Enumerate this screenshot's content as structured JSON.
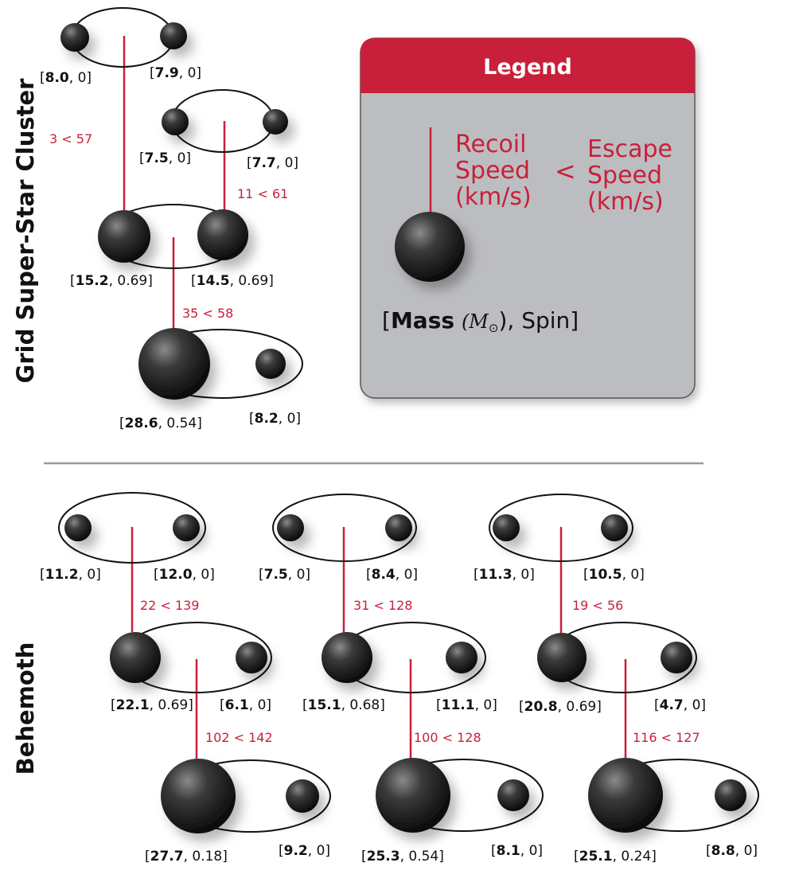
{
  "colors": {
    "accent": "#c8203a",
    "legend_body": "#bcbdc0",
    "ink": "#111111",
    "divider": "#9a9a9a"
  },
  "sections": {
    "top": {
      "title": "Grid Super-Star Cluster"
    },
    "bottom": {
      "title": "Behemoth"
    }
  },
  "legend": {
    "title": "Legend",
    "recoil": [
      "Recoil",
      "Speed",
      "(km/s)"
    ],
    "escape": [
      "Escape",
      "Speed",
      "(km/s)"
    ],
    "less_than": "<",
    "mass_label": "Mass",
    "mass_unit": "(M",
    "mass_unit_close": "),",
    "spin_label": "Spin]",
    "open_bracket": "["
  },
  "binaries": [
    {
      "id": "g1",
      "left": {
        "mass": "8.0",
        "spin": "0"
      },
      "right": {
        "mass": "7.9",
        "spin": "0"
      }
    },
    {
      "id": "g2",
      "left": {
        "mass": "7.5",
        "spin": "0"
      },
      "right": {
        "mass": "7.7",
        "spin": "0"
      }
    },
    {
      "id": "g3",
      "left": {
        "mass": "15.2",
        "spin": "0.69"
      },
      "right": {
        "mass": "14.5",
        "spin": "0.69"
      }
    },
    {
      "id": "g4",
      "left": {
        "mass": "28.6",
        "spin": "0.54"
      },
      "right": {
        "mass": "8.2",
        "spin": "0"
      }
    },
    {
      "id": "b11",
      "left": {
        "mass": "11.2",
        "spin": "0"
      },
      "right": {
        "mass": "12.0",
        "spin": "0"
      }
    },
    {
      "id": "b12",
      "left": {
        "mass": "22.1",
        "spin": "0.69"
      },
      "right": {
        "mass": "6.1",
        "spin": "0"
      }
    },
    {
      "id": "b13",
      "left": {
        "mass": "27.7",
        "spin": "0.18"
      },
      "right": {
        "mass": "9.2",
        "spin": "0"
      }
    },
    {
      "id": "b21",
      "left": {
        "mass": "7.5",
        "spin": "0"
      },
      "right": {
        "mass": "8.4",
        "spin": "0"
      }
    },
    {
      "id": "b22",
      "left": {
        "mass": "15.1",
        "spin": "0.68"
      },
      "right": {
        "mass": "11.1",
        "spin": "0"
      }
    },
    {
      "id": "b23",
      "left": {
        "mass": "25.3",
        "spin": "0.54"
      },
      "right": {
        "mass": "8.1",
        "spin": "0"
      }
    },
    {
      "id": "b31",
      "left": {
        "mass": "11.3",
        "spin": "0"
      },
      "right": {
        "mass": "10.5",
        "spin": "0"
      }
    },
    {
      "id": "b32",
      "left": {
        "mass": "20.8",
        "spin": "0.69"
      },
      "right": {
        "mass": "4.7",
        "spin": "0"
      }
    },
    {
      "id": "b33",
      "left": {
        "mass": "25.1",
        "spin": "0.24"
      },
      "right": {
        "mass": "8.8",
        "spin": "0"
      }
    }
  ],
  "speeds": [
    {
      "id": "s1",
      "text": "3 < 57"
    },
    {
      "id": "s2",
      "text": "11 < 61"
    },
    {
      "id": "s3",
      "text": "35 < 58"
    },
    {
      "id": "s4",
      "text": "22 < 139"
    },
    {
      "id": "s5",
      "text": "102 < 142"
    },
    {
      "id": "s6",
      "text": "31 < 128"
    },
    {
      "id": "s7",
      "text": "100 < 128"
    },
    {
      "id": "s8",
      "text": "19 < 56"
    },
    {
      "id": "s9",
      "text": "116 < 127"
    }
  ]
}
